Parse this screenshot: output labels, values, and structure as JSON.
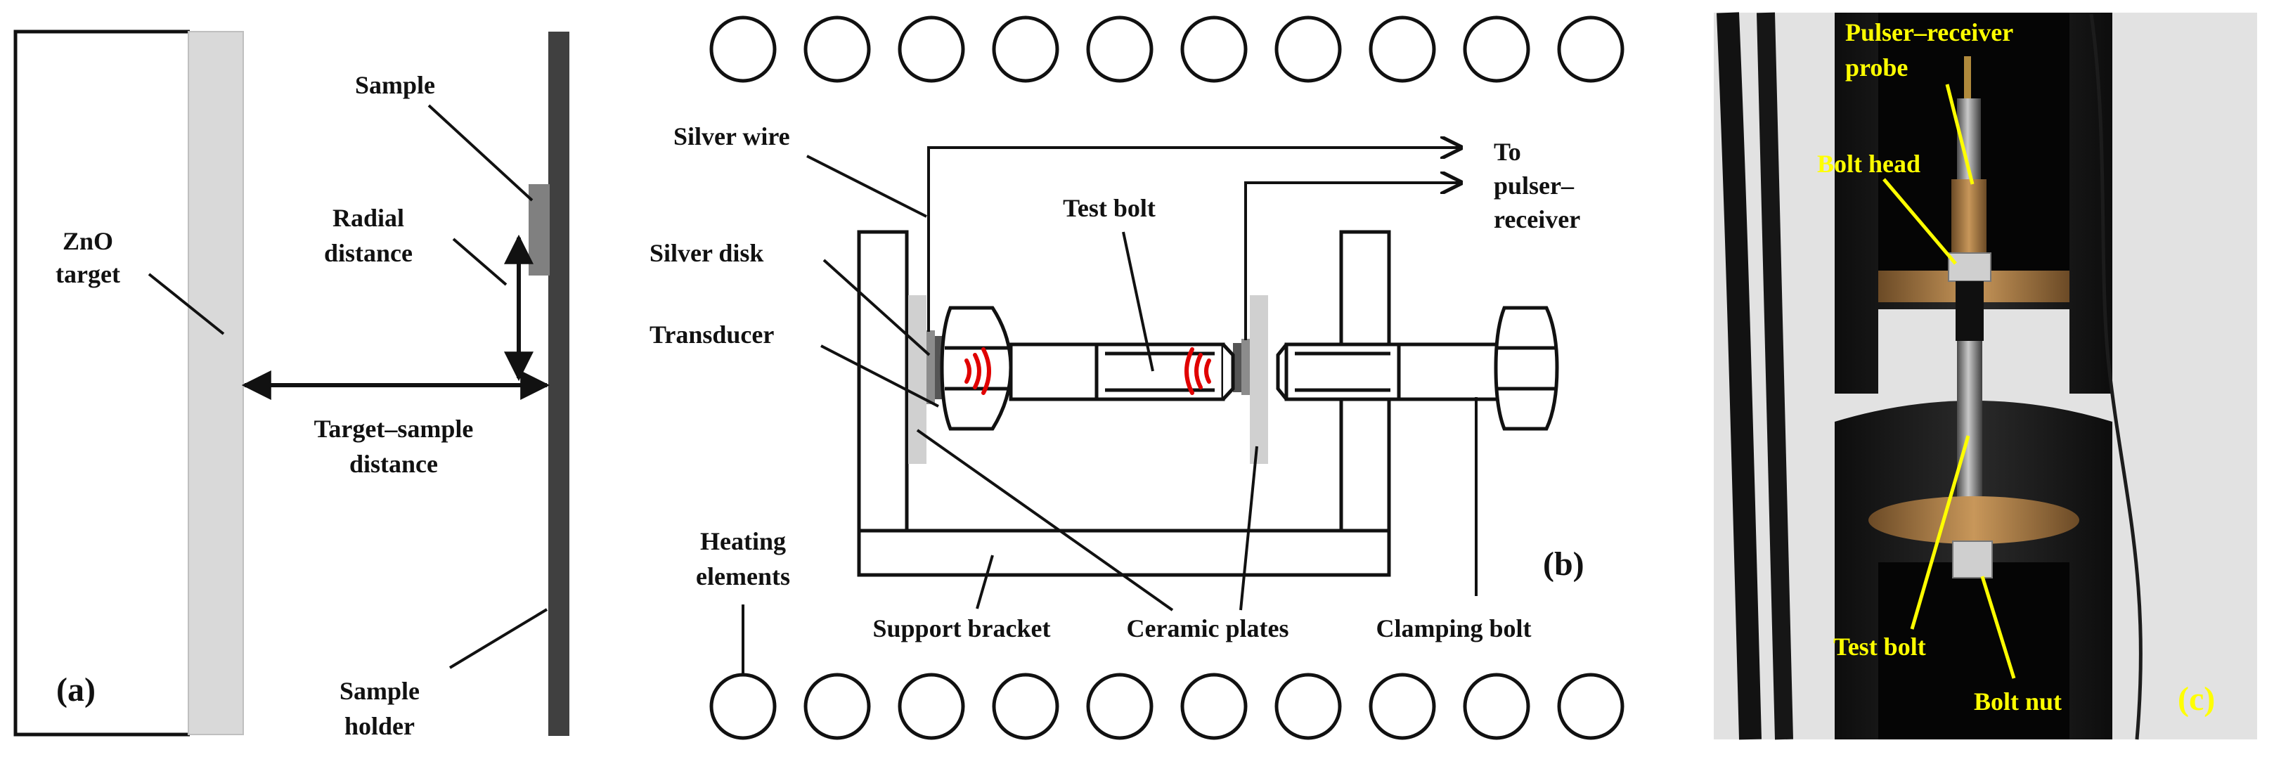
{
  "panel_a": {
    "target_label_line1": "ZnO",
    "target_label_line2": "target",
    "sample_label": "Sample",
    "radial_line1": "Radial",
    "radial_line2": "distance",
    "ts_line1": "Target–sample",
    "ts_line2": "distance",
    "holder_line1": "Sample",
    "holder_line2": "holder",
    "panel_label": "(a)"
  },
  "panel_b": {
    "silver_wire": "Silver wire",
    "to_line1": "To",
    "to_line2": "pulser–",
    "to_line3": "receiver",
    "test_bolt": "Test bolt",
    "silver_disk": "Silver disk",
    "transducer": "Transducer",
    "heating_line1": "Heating",
    "heating_line2": "elements",
    "support_bracket": "Support bracket",
    "ceramic_plates": "Ceramic plates",
    "clamping_bolt": "Clamping bolt",
    "panel_label": "(b)"
  },
  "panel_c": {
    "probe_line1": "Pulser–receiver",
    "probe_line2": "probe",
    "bolt_head": "Bolt head",
    "test_bolt": "Test bolt",
    "bolt_nut": "Bolt nut",
    "panel_label": "(c)"
  },
  "colors": {
    "ink": "#111111",
    "target_gray": "#d9d9d9",
    "holder_dark": "#404040",
    "sample_gray": "#808080",
    "wave_red": "#e00000",
    "photo_label_yellow": "#ffff00"
  }
}
